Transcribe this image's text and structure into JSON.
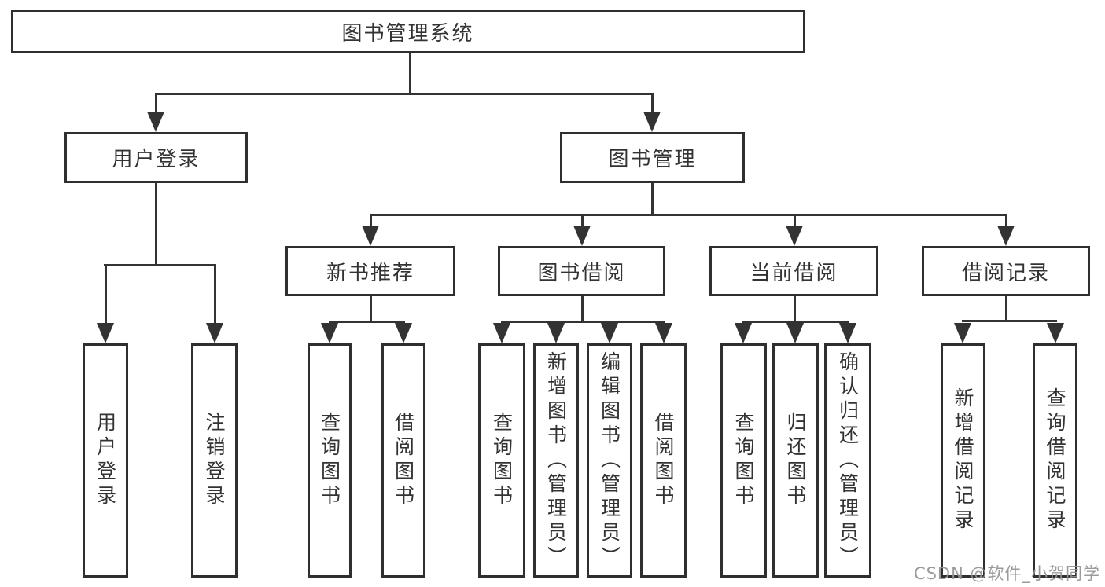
{
  "diagram_title": "图书管理系统",
  "nodes": {
    "root": {
      "label": "图书管理系统"
    },
    "branches": [
      {
        "label": "用户登录",
        "children": [
          {
            "label": "用户登录"
          },
          {
            "label": "注销登录"
          }
        ]
      },
      {
        "label": "图书管理",
        "children": [
          {
            "label": "新书推荐",
            "children": [
              {
                "label": "查询图书"
              },
              {
                "label": "借阅图书"
              }
            ]
          },
          {
            "label": "图书借阅",
            "children": [
              {
                "label": "查询图书"
              },
              {
                "label": "新增图书（管理员）"
              },
              {
                "label": "编辑图书（管理员）"
              },
              {
                "label": "借阅图书"
              }
            ]
          },
          {
            "label": "当前借阅",
            "children": [
              {
                "label": "查询图书"
              },
              {
                "label": "归还图书"
              },
              {
                "label": "确认归还（管理员）"
              }
            ]
          },
          {
            "label": "借阅记录",
            "children": [
              {
                "label": "新增借阅记录"
              },
              {
                "label": "查询借阅记录"
              }
            ]
          }
        ]
      }
    ]
  },
  "watermark": {
    "text": "CSDN @软件_小贺同学"
  },
  "colors": {
    "line": "#333333",
    "box_border": "#2f2f2f",
    "text": "#333333",
    "watermark": "#969696",
    "background": "#ffffff"
  }
}
